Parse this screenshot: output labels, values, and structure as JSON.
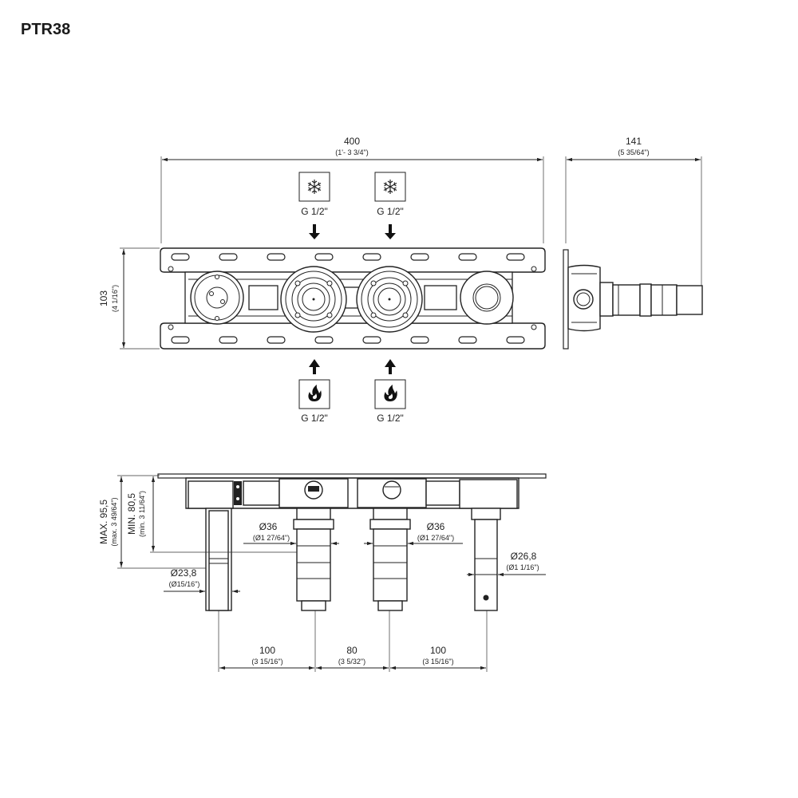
{
  "title": "PTR38",
  "top_view": {
    "width": {
      "value": "400",
      "imperial": "(1'- 3 3/4\")"
    },
    "depth": {
      "value": "141",
      "imperial": "(5 35/64\")"
    },
    "height": {
      "value": "103",
      "imperial": "(4 1/16\")"
    },
    "inlets": [
      {
        "type": "cold",
        "icon": "snowflake-icon",
        "label": "G 1/2\""
      },
      {
        "type": "cold",
        "icon": "snowflake-icon",
        "label": "G 1/2\""
      },
      {
        "type": "hot",
        "icon": "flame-icon",
        "label": "G 1/2\""
      },
      {
        "type": "hot",
        "icon": "flame-icon",
        "label": "G 1/2\""
      }
    ]
  },
  "side_view": {
    "max_depth": {
      "value": "MAX. 95,5",
      "imperial": "(max. 3 49/64\")"
    },
    "min_depth": {
      "value": "MIN. 80,5",
      "imperial": "(min. 3 11/64\")"
    },
    "dia_36_left": {
      "value": "Ø36",
      "imperial": "(Ø1 27/64\")"
    },
    "dia_36_right": {
      "value": "Ø36",
      "imperial": "(Ø1 27/64\")"
    },
    "dia_26_8": {
      "value": "Ø26,8",
      "imperial": "(Ø1 1/16\")"
    },
    "dia_23_8": {
      "value": "Ø23,8",
      "imperial": "(Ø15/16\")"
    },
    "spacing": [
      {
        "value": "100",
        "imperial": "(3 15/16\")"
      },
      {
        "value": "80",
        "imperial": "(3 5/32\")"
      },
      {
        "value": "100",
        "imperial": "(3 15/16\")"
      }
    ]
  }
}
